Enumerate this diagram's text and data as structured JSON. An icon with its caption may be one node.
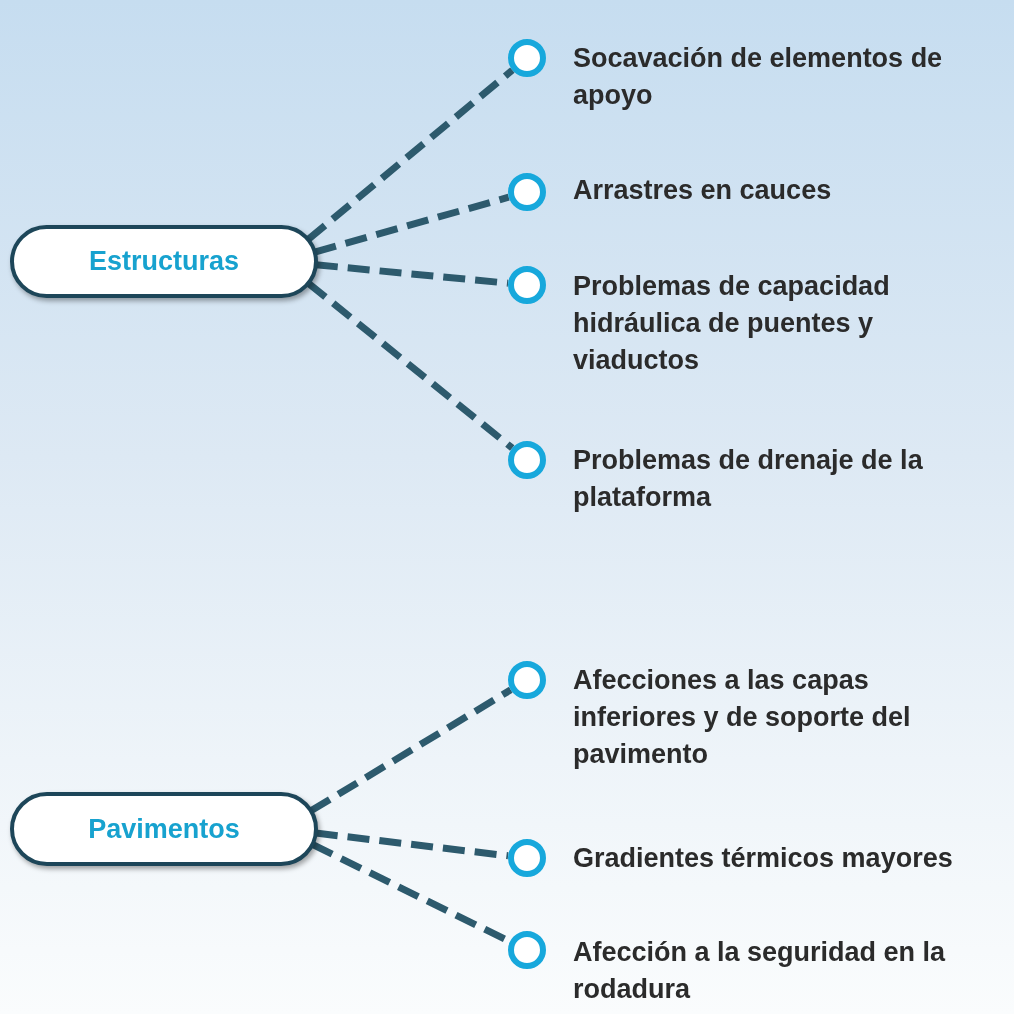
{
  "diagram": {
    "nodes": [
      {
        "text": [
          "Estructuras"
        ]
      },
      {
        "text": [
          "Socavación de elementos de apoyo"
        ]
      },
      {
        "text": [
          "Arrastres en cauces"
        ]
      },
      {
        "text": [
          "Problemas de capacidad hidráulica de puentes y viaductos"
        ]
      },
      {
        "text": [
          "Problemas de drenaje de la plataforma"
        ]
      },
      {
        "text": [
          "Pavimentos"
        ]
      },
      {
        "text": [
          "Afecciones a las capas inferiores y de soporte del pavimento"
        ]
      },
      {
        "text": [
          "Gradientes térmicos mayores"
        ]
      },
      {
        "text": [
          "Afección a la seguridad en la rodadura"
        ]
      }
    ],
    "edges": [
      {
        "from": 0,
        "to": 1,
        "arrow": "none",
        "style": "dashed"
      },
      {
        "from": 0,
        "to": 2,
        "arrow": "none",
        "style": "dashed"
      },
      {
        "from": 0,
        "to": 3,
        "arrow": "none",
        "style": "dashed"
      },
      {
        "from": 0,
        "to": 4,
        "arrow": "none",
        "style": "dashed"
      },
      {
        "from": 5,
        "to": 6,
        "arrow": "none",
        "style": "dashed"
      },
      {
        "from": 5,
        "to": 7,
        "arrow": "none",
        "style": "dashed"
      },
      {
        "from": 5,
        "to": 8,
        "arrow": "none",
        "style": "dashed"
      }
    ]
  }
}
